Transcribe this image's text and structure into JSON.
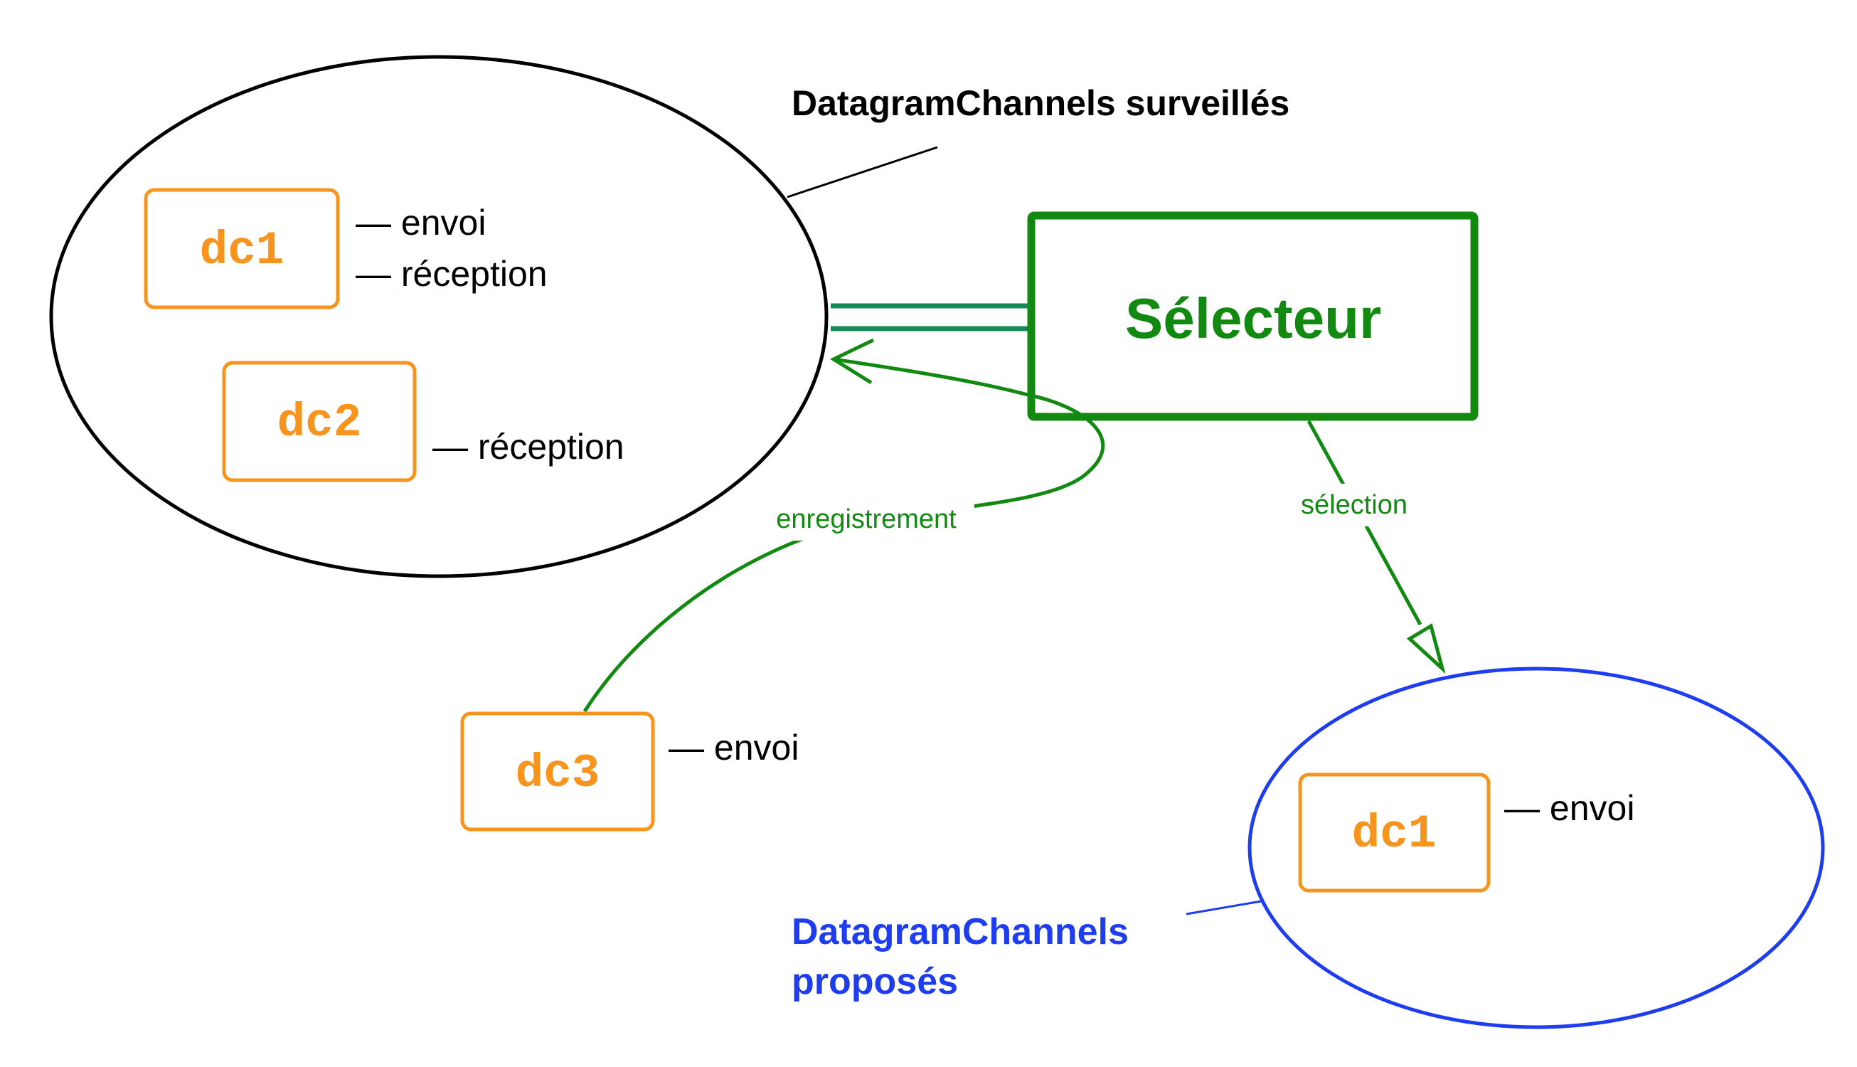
{
  "monitored_set": {
    "title": "DatagramChannels surveillés",
    "channels": [
      {
        "name": "dc1",
        "ops": [
          "— envoi",
          "— réception"
        ]
      },
      {
        "name": "dc2",
        "ops": [
          "— réception"
        ]
      }
    ]
  },
  "selector": {
    "label": "Sélecteur"
  },
  "registration": {
    "label": "enregistrement",
    "channel": {
      "name": "dc3",
      "ops": [
        "— envoi"
      ]
    }
  },
  "selection": {
    "label": "sélection"
  },
  "proposed_set": {
    "title_lines": [
      "DatagramChannels",
      "proposés"
    ],
    "channels": [
      {
        "name": "dc1",
        "ops": [
          "— envoi"
        ]
      }
    ]
  },
  "colors": {
    "orange": "#f7941d",
    "green": "#128a12",
    "teal_link": "#178a5a",
    "blue": "#1e3cf0",
    "black": "#000000"
  }
}
